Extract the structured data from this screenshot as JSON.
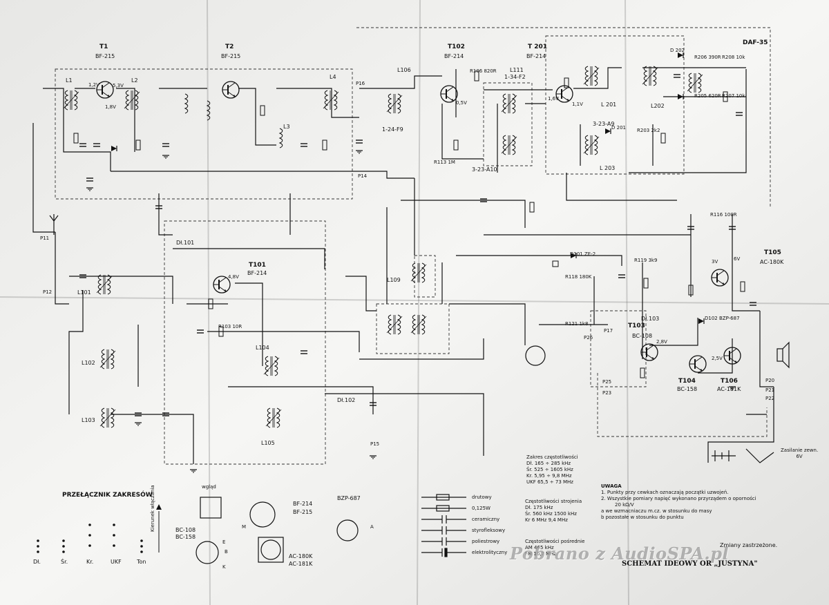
{
  "title": "SCHEMAT IDEOWY OR „JUSTYNA\"",
  "changes_note": "Zmiany zastrzeżone.",
  "watermark": "Pobrano z AudioSPA.pl",
  "transistors": {
    "t1": {
      "name": "T1",
      "type": "BF-215"
    },
    "t2": {
      "name": "T2",
      "type": "BF-215"
    },
    "t101": {
      "name": "T101",
      "type": "BF-214"
    },
    "t102": {
      "name": "T102",
      "type": "BF-214"
    },
    "t201": {
      "name": "T 201",
      "type": "BF-214"
    },
    "t103": {
      "name": "T103",
      "type": "BC-108"
    },
    "t104": {
      "name": "T104",
      "type": "BC-158"
    },
    "t105": {
      "name": "T105",
      "type": "AC-180K"
    },
    "t106": {
      "name": "T106",
      "type": "AC-181K"
    }
  },
  "modules": {
    "daf": "DAF-35",
    "ic_a": "1-34-F2",
    "ic_b": "1-24-F9",
    "ic_c": "3-23-A10",
    "ic_d": "3-23-A9"
  },
  "coils": {
    "l1": "L1",
    "l2": "L2",
    "l3": "L3",
    "l4": "L4",
    "l101": "L101",
    "l102": "L102",
    "l103": "L103",
    "l104": "L104",
    "l105": "L105",
    "l106": "L106",
    "l109": "L109",
    "l111": "L111",
    "l201": "L 201",
    "l202": "L202",
    "l203": "L 203"
  },
  "chokes": {
    "dl101": "Dł.101",
    "dl102": "Dł.102",
    "dl103": "Dł.103"
  },
  "diodes": {
    "d101": "D101 ZE-2",
    "d102": "D102 BZP-687",
    "d201": "D 201",
    "d202": "D 202"
  },
  "voltages": [
    "5,3V",
    "1,8V",
    "1,2V",
    "0,5V",
    "4,8V",
    "1,6V",
    "1,1V",
    "2,8V",
    "3V",
    "6V",
    "2,5V"
  ],
  "resistors": [
    "R106 820R",
    "R113 1M",
    "R103 10R",
    "R116 100R",
    "R118 180K",
    "R119 3k9",
    "R121 1k8",
    "R206 390R",
    "R208 10k",
    "R207 10k",
    "R205 620R",
    "R203 2k2"
  ],
  "frequencies": {
    "header": "Zakres częstotliwości",
    "lines": [
      "Dł. 165 ÷ 285 kHz",
      "Śr. 525 ÷ 1605 kHz",
      "Kr. 5,95 ÷ 9,8 MHz",
      "UKF 65,5 ÷ 73 MHz"
    ]
  },
  "tuning": {
    "header": "Częstotliwości strojenia",
    "lines": [
      "Dł. 175 kHz",
      "Śr. 560 kHz 1500 kHz",
      "Kr 6 MHz 9,4 MHz"
    ]
  },
  "if_freq": {
    "header": "Częstotliwości pośrednie",
    "lines": [
      "AM 465 kHz",
      "FM 10,7 MHz"
    ]
  },
  "legend": {
    "items": [
      "drutowy",
      "0,125W",
      "ceramiczny",
      "styrofleksowy",
      "poliestrowy",
      "elektrolityczny"
    ]
  },
  "notes": {
    "header": "UWAGA",
    "lines": [
      "1. Punkty przy cewkach oznaczają początki uzwojeń.",
      "2. Wszystkie pomiary napięć wykonano przyrządem o oporności",
      "20 kΩ/V",
      "a we wzmacniaczu m.cz. w stosunku do masy",
      "b pozostałe w stosunku do punktu"
    ]
  },
  "switch": {
    "title": "PRZEŁĄCZNIK ZAKRESÓW",
    "direction": "Kierunek włączania",
    "positions": [
      "Dł.",
      "Śr.",
      "Kr.",
      "UKF",
      "Ton"
    ]
  },
  "pinouts": {
    "bc": [
      "BC-108",
      "BC-158"
    ],
    "bf": [
      "BF-214",
      "BF-215"
    ],
    "ac": [
      "AC-180K",
      "AC-181K"
    ],
    "bzp": "BZP-687",
    "wglad": "wgląd",
    "pins": [
      "E",
      "B",
      "K",
      "M",
      "A"
    ]
  },
  "power": {
    "label": "Zasilanie zewn.",
    "voltage": "6V"
  },
  "test_points": [
    "P11",
    "P12",
    "P14",
    "P15",
    "P16",
    "P17",
    "P20",
    "P21",
    "P22",
    "P23",
    "P25",
    "P26"
  ]
}
